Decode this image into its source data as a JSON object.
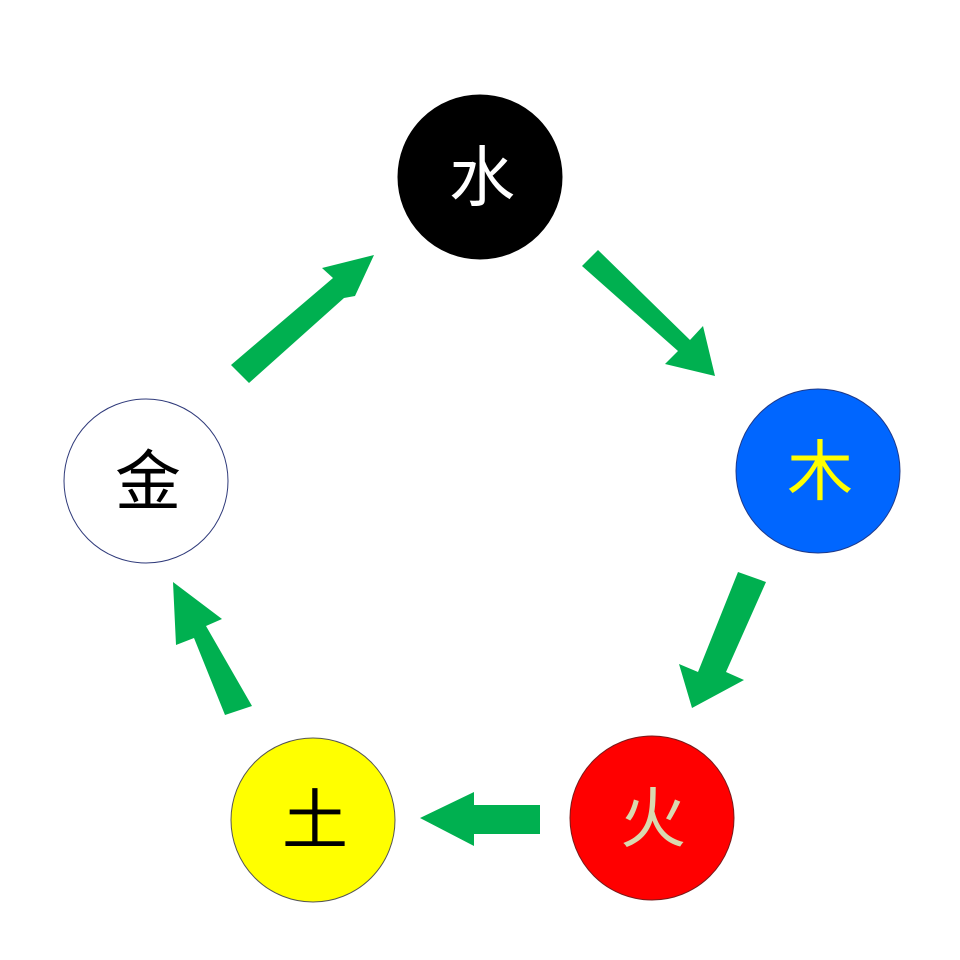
{
  "nodes": [
    {
      "id": "water",
      "label": "水",
      "fill": "#000000",
      "text_color": "#ffffff",
      "stroke": "#000000"
    },
    {
      "id": "wood",
      "label": "木",
      "fill": "#0066ff",
      "text_color": "#ffff00",
      "stroke": "#1f3a8a"
    },
    {
      "id": "fire",
      "label": "火",
      "fill": "#ff0000",
      "text_color": "#d9d9b0",
      "stroke": "#7a1a1a"
    },
    {
      "id": "earth",
      "label": "土",
      "fill": "#ffff00",
      "text_color": "#000000",
      "stroke": "#555555"
    },
    {
      "id": "metal",
      "label": "金",
      "fill": "#ffffff",
      "text_color": "#000000",
      "stroke": "#2f3a7a"
    }
  ],
  "arrows": [
    {
      "from": "water",
      "to": "wood"
    },
    {
      "from": "wood",
      "to": "fire"
    },
    {
      "from": "fire",
      "to": "earth"
    },
    {
      "from": "earth",
      "to": "metal"
    },
    {
      "from": "metal",
      "to": "water"
    }
  ],
  "colors": {
    "arrow": "#00b050",
    "background": "#ffffff"
  }
}
